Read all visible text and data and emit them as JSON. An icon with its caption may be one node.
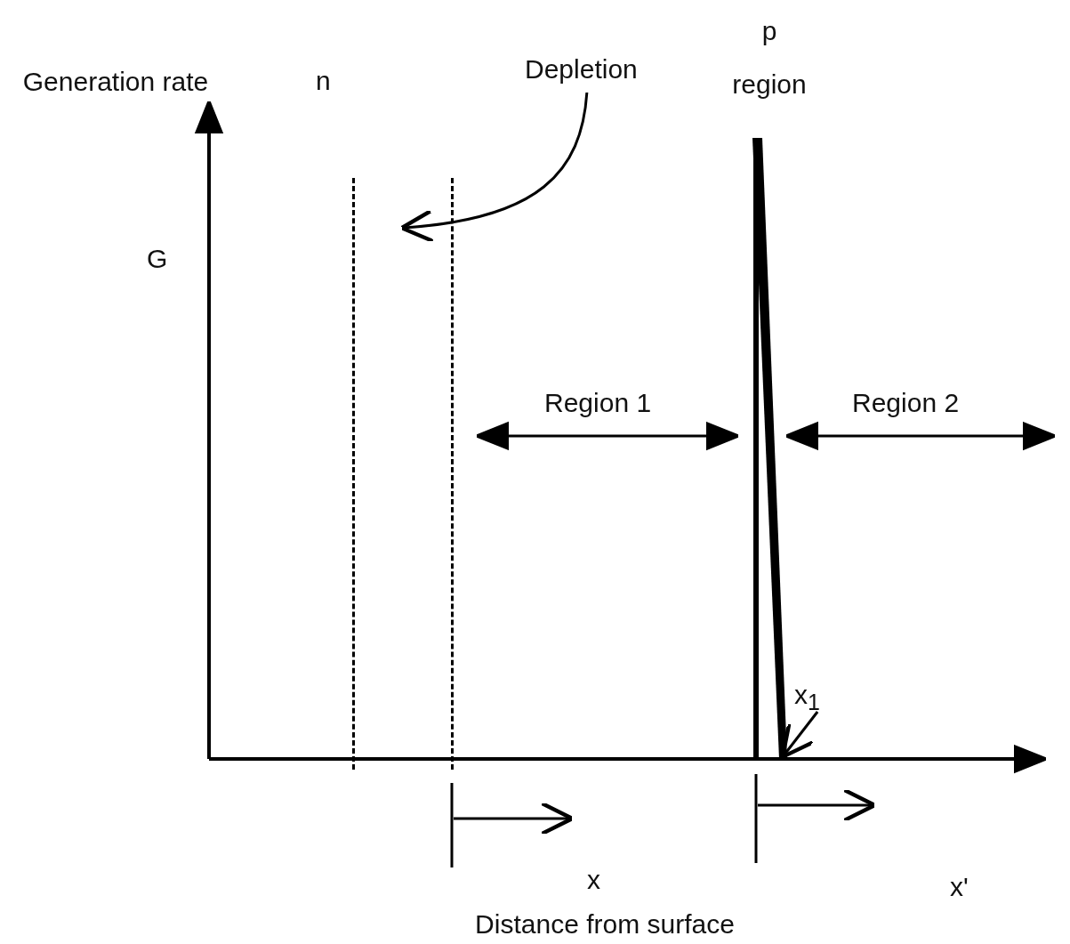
{
  "diagram": {
    "nodes": [
      {
        "text": [
          "Depletion"
        ]
      },
      {
        "text": [],
        "shape": "band"
      },
      {
        "text": [
          "x$_{1}$"
        ]
      },
      {
        "text": [],
        "shape": "line"
      }
    ],
    "edges": [
      {
        "from": 0,
        "to": 1,
        "arrow": "to"
      },
      {
        "from": 2,
        "to": 3,
        "arrow": "to"
      }
    ],
    "labels": [
      "Generation rate",
      "n",
      "p region",
      "G",
      "Region 1",
      "Region 2",
      "x",
      "x'",
      "Distance from surface"
    ]
  }
}
